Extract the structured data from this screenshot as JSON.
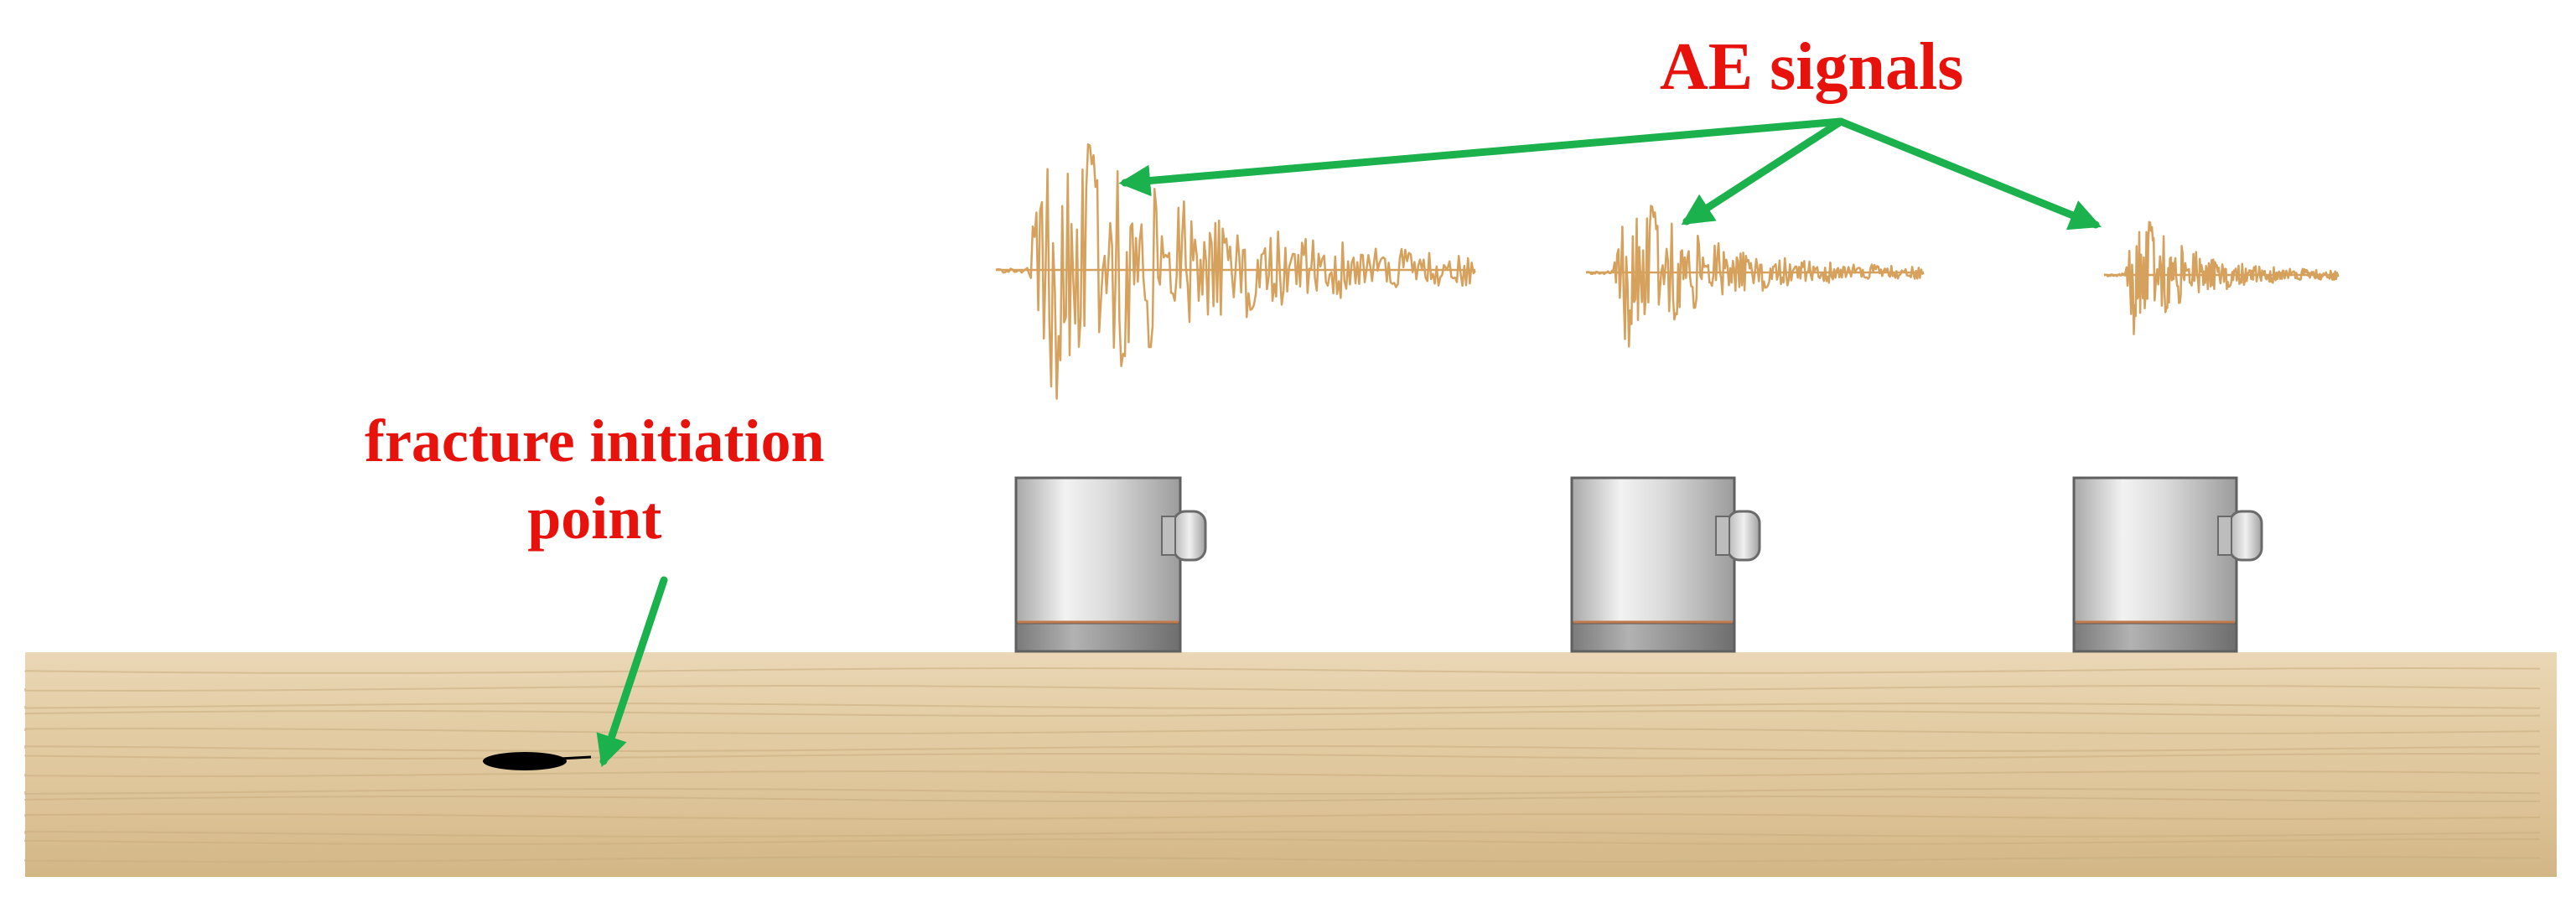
{
  "labels": {
    "ae_signals": "AE signals",
    "fracture_line1": "fracture initiation",
    "fracture_line2": "point"
  },
  "colors": {
    "label_text": "#e8120c",
    "arrow": "#1bb14c",
    "waveform": "#d6a15c",
    "sensor_body": "#c9c9c9",
    "sensor_base": "#8a8a8a",
    "wood_light": "#e7d1ad",
    "wood_mid": "#d8be93",
    "crack": "#000000"
  },
  "icons": {
    "sensor": "cylindrical-ae-sensor-icon",
    "crack": "fracture-crack-icon"
  },
  "waveforms": [
    {
      "peak_amplitude": 1.0,
      "decay": "slow",
      "cycles": 30
    },
    {
      "peak_amplitude": 0.55,
      "decay": "medium",
      "cycles": 22
    },
    {
      "peak_amplitude": 0.4,
      "decay": "fast",
      "cycles": 18
    }
  ],
  "sensor_count": 3
}
